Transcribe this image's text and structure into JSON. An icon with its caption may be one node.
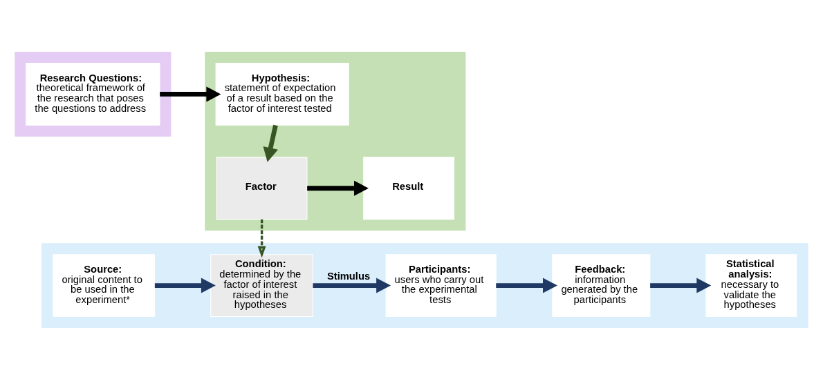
{
  "diagram": {
    "nodes": [
      {
        "text": [],
        "shape": "box"
      },
      {
        "text": [
          "Research Questions:",
          "theoretical framework of the research that poses the questions to address"
        ],
        "in": 0
      },
      {
        "text": [],
        "shape": "box"
      },
      {
        "text": [
          "Hypothesis:",
          "statement of expectation of a result based on the factor of interest tested"
        ],
        "in": 2
      },
      {
        "text": [
          "Factor"
        ],
        "in": 2
      },
      {
        "text": [
          "Result"
        ],
        "in": 2
      },
      {
        "text": [],
        "shape": "box"
      },
      {
        "text": [
          "Source:",
          "original content to be used in the experiment*"
        ],
        "in": 6
      },
      {
        "text": [
          "Condition:",
          "determined by the factor of interest raised in the hypotheses"
        ],
        "in": 6
      },
      {
        "text": [
          "Participants:",
          "users who carry out the experimental tests"
        ],
        "in": 6
      },
      {
        "text": [
          "Feedback:",
          "information generated by the participants"
        ],
        "in": 6
      },
      {
        "text": [
          "Statistical analysis:",
          "necessary to validate the hypotheses"
        ],
        "in": 6
      }
    ],
    "edges": [
      {
        "from": 1,
        "to": 3,
        "arrow": "to",
        "color": "#000000"
      },
      {
        "from": 3,
        "to": 4,
        "arrow": "to",
        "color": "#375623"
      },
      {
        "from": 4,
        "to": 5,
        "arrow": "to",
        "color": "#000000"
      },
      {
        "from": 4,
        "to": 8,
        "arrow": "to",
        "style": "dashed",
        "color": "#375623"
      },
      {
        "from": 7,
        "to": 8,
        "arrow": "to"
      },
      {
        "from": 8,
        "to": 9,
        "arrow": "to",
        "label": "Stimulus"
      },
      {
        "from": 9,
        "to": 10,
        "arrow": "to"
      },
      {
        "from": 10,
        "to": 11,
        "arrow": "to"
      }
    ]
  }
}
